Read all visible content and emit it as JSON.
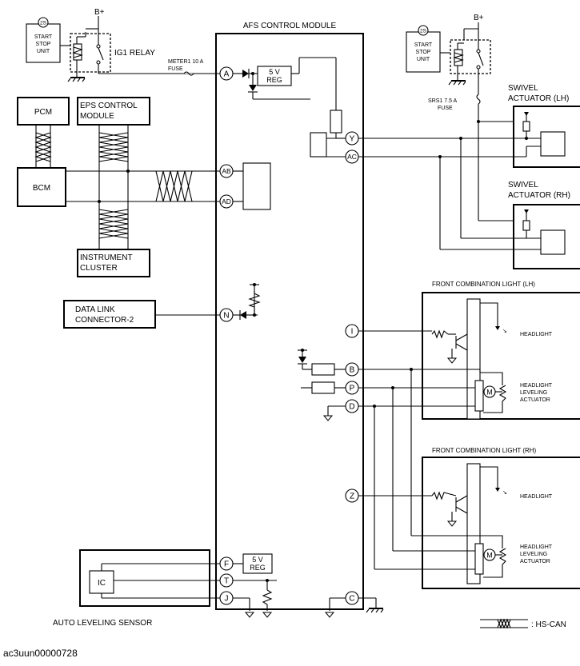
{
  "module": {
    "title": "AFS CONTROL MODULE",
    "reg": [
      "5 V",
      "REG"
    ]
  },
  "power": {
    "bplus": "B+"
  },
  "relay_left": {
    "unit_ref": "2S",
    "unit_lines": [
      "START",
      "STOP",
      "UNIT"
    ],
    "relay_label": "IG1 RELAY"
  },
  "relay_right": {
    "unit_ref": "2S",
    "unit_lines": [
      "START",
      "STOP",
      "UNIT"
    ]
  },
  "fuses": {
    "meter1": [
      "METER1 10 A",
      "FUSE"
    ],
    "srs1": [
      "SRS1 7.5 A",
      "FUSE"
    ]
  },
  "nodes": {
    "pcm": "PCM",
    "eps": [
      "EPS CONTROL",
      "MODULE"
    ],
    "bcm": "BCM",
    "cluster": [
      "INSTRUMENT",
      "CLUSTER"
    ],
    "dlc": [
      "DATA LINK",
      "CONNECTOR-2"
    ]
  },
  "swivel": {
    "lh": [
      "SWIVEL",
      "ACTUATOR (LH)"
    ],
    "rh": [
      "SWIVEL",
      "ACTUATOR (RH)"
    ]
  },
  "front_light": {
    "lh_title": "FRONT COMBINATION LIGHT (LH)",
    "rh_title": "FRONT COMBINATION LIGHT (RH)",
    "headlight": "HEADLIGHT",
    "leveling": [
      "HEADLIGHT",
      "LEVELING",
      "ACTUATOR"
    ],
    "motor": "M"
  },
  "sensor": {
    "ic": "IC",
    "label": "AUTO LEVELING SENSOR",
    "reg": [
      "5 V",
      "REG"
    ]
  },
  "pins": {
    "A": "A",
    "AB": "AB",
    "AD": "AD",
    "N": "N",
    "Y": "Y",
    "AC": "AC",
    "I": "I",
    "B": "B",
    "P": "P",
    "D": "D",
    "Z": "Z",
    "F": "F",
    "T": "T",
    "J": "J",
    "C": "C"
  },
  "legend": {
    "text": ": HS-CAN"
  },
  "caption": "ac3uun00000728"
}
